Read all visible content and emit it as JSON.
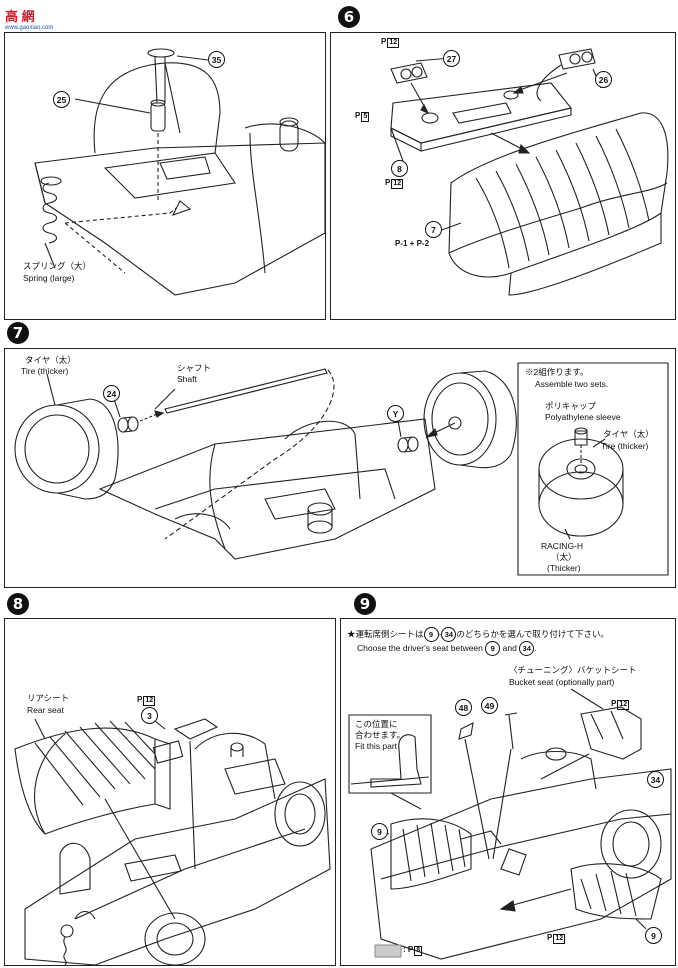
{
  "watermark": {
    "text": "高 網",
    "url": "www.gaoxiao.com"
  },
  "steps": {
    "s5": {
      "parts": {
        "p35": "35",
        "p25": "25"
      },
      "spring_jp": "スプリング（大）",
      "spring_en": "Spring (large)"
    },
    "s6": {
      "number": "6",
      "pmark": "P",
      "pmark_sub": "12",
      "pmark5": "5",
      "parts": {
        "p27": "27",
        "p26": "26",
        "p8": "8",
        "p7": "7"
      },
      "p7_ref": "P-1 + P-2",
      "p8_ref_sub": "12"
    },
    "s7": {
      "number": "7",
      "tire_jp": "タイヤ（太）",
      "tire_en": "Tire (thicker)",
      "shaft_jp": "シャフト",
      "shaft_en": "Shaft",
      "parts": {
        "p24": "24",
        "pY": "Y"
      },
      "box_note_jp": "※2組作ります。",
      "box_note_en": "Assemble two sets.",
      "poly_jp": "ポリキャップ",
      "poly_en": "Polyathylene sleeve",
      "box_tire_jp": "タイヤ（太）",
      "box_tire_en": "Tire (thicker)",
      "racing": "RACING-H",
      "racing_jp": "（太）",
      "racing_en": "(Thicker)"
    },
    "s8": {
      "number": "8",
      "rear_jp": "リアシート",
      "rear_en": "Rear seat",
      "pmark_sub": "12",
      "part3": "3"
    },
    "s9": {
      "number": "9",
      "note_jp_a": "★運転席側シートは",
      "note_jp_b": "のどちらかを選んで取り付けて下さい。",
      "note_en_a": "Choose the driver's seat between",
      "note_en_b": "and",
      "sel_a": "9",
      "sel_b": "34",
      "bucket_jp": "〈チューニング〉バケットシート",
      "bucket_en": "Bucket seat (optionally part)",
      "fit_jp1": "この位置に",
      "fit_jp2": "合わせます。",
      "fit_en": "Fit this part",
      "parts": {
        "p48": "48",
        "p49": "49",
        "p34": "34",
        "p9a": "9",
        "p9b": "9"
      },
      "pmark_sub": "12",
      "legend_sub": "8"
    }
  }
}
